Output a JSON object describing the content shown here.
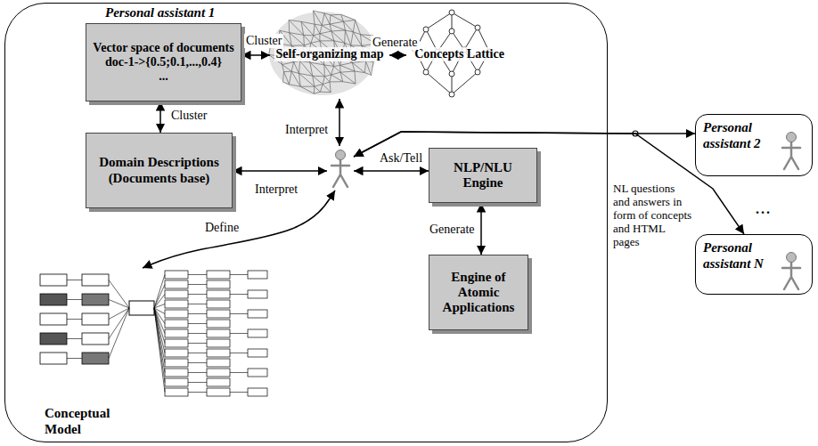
{
  "diagram": {
    "nodes": [
      {
        "text": [
          "Personal assistant 1"
        ]
      },
      {
        "text": [
          "Vector space of documents",
          "doc-1->{0.5;0.1,...,0.4}",
          "..."
        ],
        "in": 0
      },
      {
        "text": [
          "Self-organizing map"
        ],
        "in": 0
      },
      {
        "text": [
          "Concepts Lattice"
        ],
        "in": 0
      },
      {
        "text": [
          "Domain Descriptions (Documents base)"
        ],
        "in": 0
      },
      {
        "text": [],
        "in": 0
      },
      {
        "text": [
          "NLP/NLU Engine"
        ],
        "in": 0
      },
      {
        "text": [
          "Engine of Atomic Applications"
        ],
        "in": 0
      },
      {
        "text": [
          "Conceptual Model"
        ],
        "in": 0
      },
      {
        "text": [
          "Personal assistant 2"
        ]
      },
      {
        "text": [
          "Personal assistant N"
        ]
      }
    ],
    "edges": [
      {
        "from": 1,
        "to": 2,
        "arrow": "both",
        "label": "Cluster"
      },
      {
        "from": 2,
        "to": 3,
        "arrow": "both",
        "label": "Generate"
      },
      {
        "from": 1,
        "to": 4,
        "arrow": "both",
        "label": "Cluster"
      },
      {
        "from": 5,
        "to": 2,
        "arrow": "both",
        "label": "Interpret"
      },
      {
        "from": 5,
        "to": 4,
        "arrow": "both",
        "label": "Interpret"
      },
      {
        "from": 5,
        "to": 6,
        "arrow": "both",
        "label": "Ask/Tell"
      },
      {
        "from": 5,
        "to": 8,
        "arrow": "both",
        "label": "Define"
      },
      {
        "from": 6,
        "to": 7,
        "arrow": "both",
        "label": "Generate"
      },
      {
        "from": 5,
        "to": 9,
        "arrow": "both"
      },
      {
        "from": 5,
        "to": 10,
        "arrow": "both"
      }
    ],
    "labels": [
      "NL questions and answers in form of concepts and HTML pages",
      "..."
    ]
  }
}
